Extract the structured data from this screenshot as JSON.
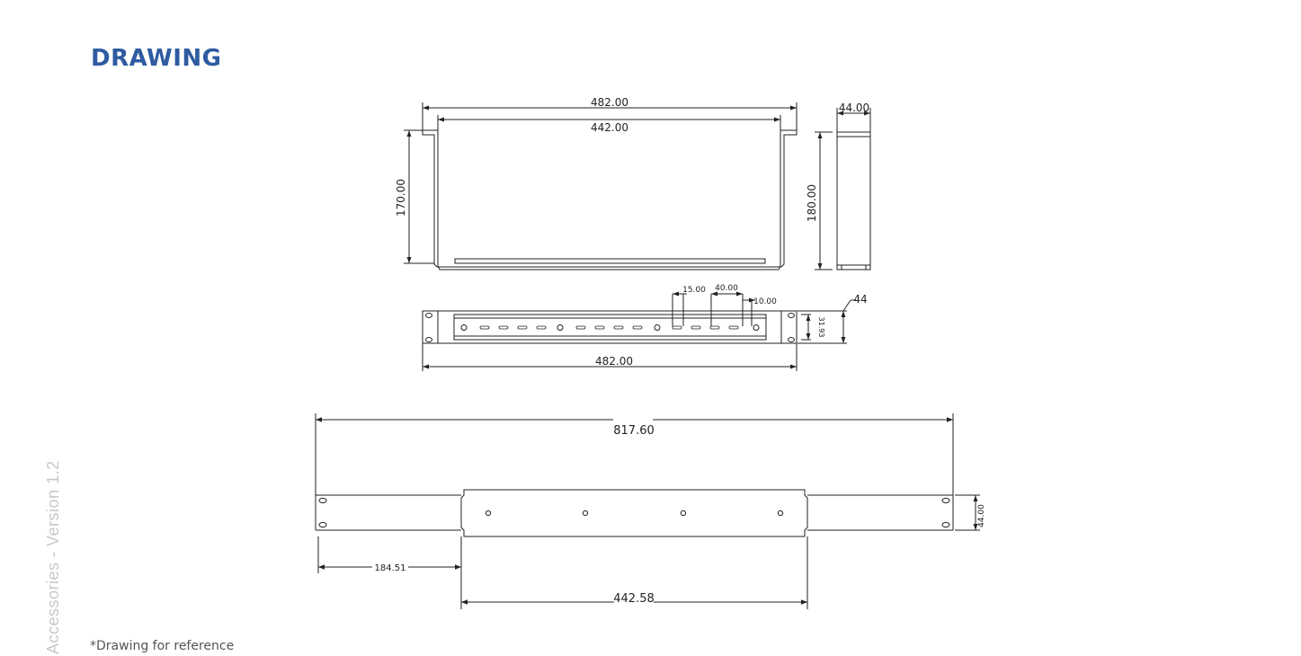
{
  "heading": "DRAWING",
  "footnote": "*Drawing for reference",
  "side_label": "Accessories - Version 1.2",
  "colors": {
    "heading": "#2f5ba1",
    "line": "#222222",
    "side_label": "#c8c8c8"
  },
  "front_view": {
    "width_outer": "482.00",
    "width_inner": "442.00",
    "height": "170.00"
  },
  "side_view": {
    "depth": "44.00",
    "height": "180.00"
  },
  "top_view": {
    "hole_width": "15.00",
    "hole_pitch": "40.00",
    "hole_gap": "10.00",
    "rail_height": "31.93",
    "height": "44",
    "width": "482.00"
  },
  "bracket_view": {
    "overall": "817.60",
    "left_offset": "184.51",
    "center": "442.58",
    "height": "44.00"
  }
}
